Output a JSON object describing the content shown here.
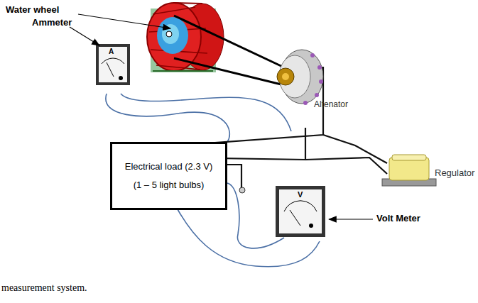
{
  "diagram": {
    "caption": "measurement system.",
    "nodes": [
      {
        "text": [
          "Electrical load (2.3 V) (1 – 5 light bulbs)"
        ]
      }
    ],
    "labels": [
      "Water wheel",
      "Ammeter",
      "Altenator",
      "Regulator",
      "Volt Meter",
      "A",
      "V"
    ]
  }
}
